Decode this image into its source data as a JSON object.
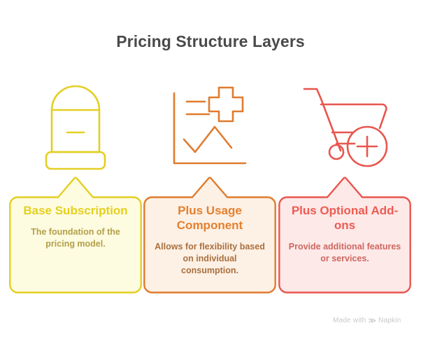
{
  "page": {
    "title": "Pricing Structure Layers",
    "background_color": "#ffffff",
    "title_color": "#4a4a4a"
  },
  "columns": [
    {
      "id": "base-subscription",
      "icon": "capsule-pillar-icon",
      "heading": "Base Subscription",
      "description": "The foundation of the pricing model.",
      "border_color": "#E3CF22",
      "fill_color": "#FDFBE0",
      "heading_color": "#E5D01E",
      "description_color": "#B3A04A",
      "icon_color": "#E3CF22"
    },
    {
      "id": "plus-usage-component",
      "icon": "line-chart-plus-icon",
      "heading": "Plus Usage Component",
      "description": "Allows for flexibility based on individual consumption.",
      "border_color": "#E07B2E",
      "fill_color": "#FDF0E4",
      "heading_color": "#E4802F",
      "description_color": "#A9703F",
      "icon_color": "#E07B2E"
    },
    {
      "id": "plus-optional-add-ons",
      "icon": "shopping-cart-plus-icon",
      "heading": "Plus Optional Add-ons",
      "description": "Provide additional features or services.",
      "border_color": "#E8564F",
      "fill_color": "#FDE9E8",
      "heading_color": "#EE5B52",
      "description_color": "#CE6760",
      "icon_color": "#E8564F"
    }
  ],
  "watermark": {
    "prefix": "Made with",
    "mark": "≫",
    "brand": "Napkin",
    "color": "#c9c9c9"
  }
}
